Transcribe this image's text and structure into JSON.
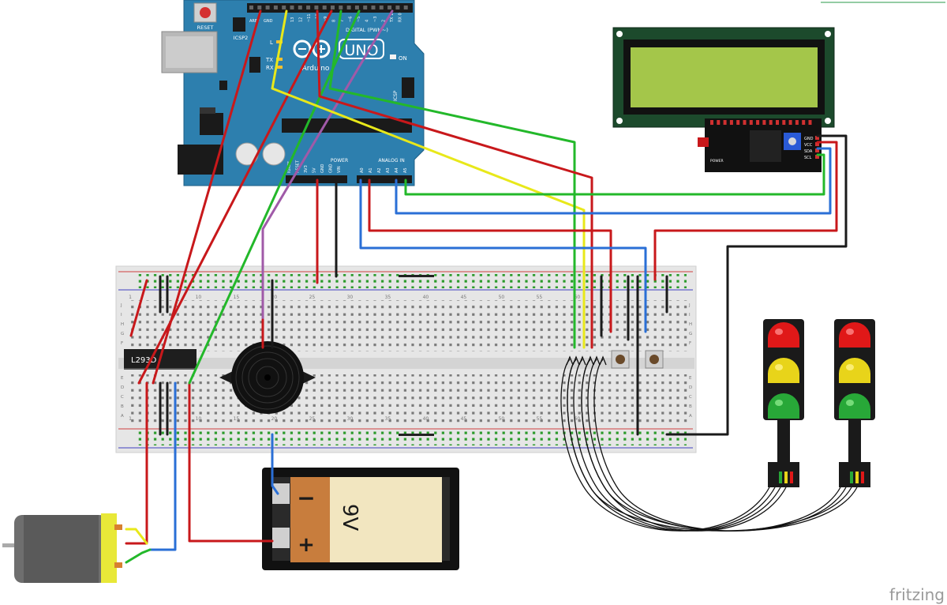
{
  "arduino": {
    "logo_text": "UNO",
    "brand_text": "Arduino",
    "reset_label": "RESET",
    "icsp2_label": "ICSP2",
    "icsp_label": "ICSP",
    "l_label": "L",
    "tx_label": "TX",
    "rx_label": "RX",
    "on_label": "ON",
    "aref_label": "AREF",
    "gnd_label": "GND",
    "digital_label": "DIGITAL (PWM~)",
    "power_label": "POWER",
    "analog_label": "ANALOG IN",
    "pin_labels_top": [
      "13",
      "12",
      "~11",
      "~10",
      "~9",
      "8",
      "7",
      "~6",
      "~5",
      "4",
      "~3",
      "2",
      "TX 1",
      "RX 0"
    ],
    "pin_labels_power": [
      "IOREF",
      "RESET",
      "3V3",
      "5V",
      "GND",
      "GND",
      "VIN"
    ],
    "pin_labels_analog": [
      "A0",
      "A1",
      "A2",
      "A3",
      "A4",
      "A5"
    ]
  },
  "lcd": {
    "backpack_labels": [
      "GND",
      "VCC",
      "SDA",
      "SCL"
    ],
    "power_label": "POWER"
  },
  "chip": {
    "label": "L293D"
  },
  "battery": {
    "minus_label": "−",
    "plus_label": "+",
    "voltage_label": "9V"
  },
  "breadboard": {
    "col_numbers": [
      "1",
      "5",
      "10",
      "15",
      "20",
      "25",
      "30",
      "35",
      "40",
      "45",
      "50",
      "55",
      "60"
    ],
    "row_letters_top": [
      "J",
      "I",
      "H",
      "G",
      "F"
    ],
    "row_letters_bottom": [
      "E",
      "D",
      "C",
      "B",
      "A"
    ]
  },
  "watermark": "fritzing",
  "colors": {
    "arduino_board": "#2d7fae",
    "lcd_board": "#1c4a2c",
    "lcd_screen": "#a4c64a",
    "wire_red": "#c8181b",
    "wire_black": "#1a1a1a",
    "wire_blue": "#2a6fd6",
    "wire_green": "#23b82a",
    "wire_yellow": "#e8e81a",
    "wire_purple": "#a05aa8",
    "battery_orange": "#c87d3d",
    "motor_yellow": "#e8e838"
  }
}
